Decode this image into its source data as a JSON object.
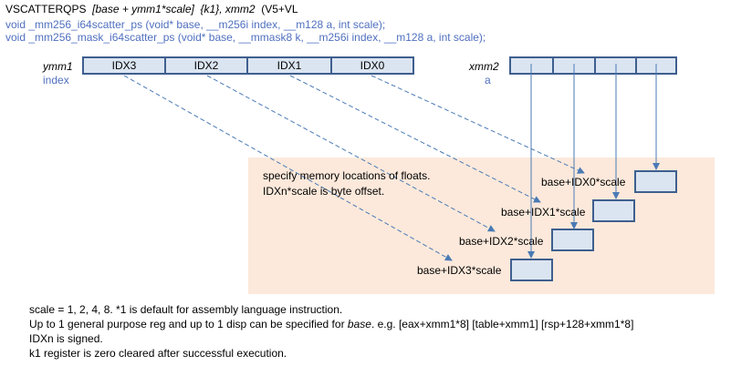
{
  "header": {
    "instr": "VSCATTERQPS",
    "operand1": "[base + ymm1*scale]",
    "operand2": "{k1}, xmm2",
    "tag": "(V5+VL",
    "sig1": "void _mm256_i64scatter_ps (void* base, __m256i  index, __m128  a, int scale);",
    "sig2": "void _mm256_mask_i64scatter_ps (void* base, __mmask8 k, __m256i  index, __m128  a, int scale);"
  },
  "ymm1": {
    "name": "ymm1",
    "sub": "index",
    "cells": [
      "IDX3",
      "IDX2",
      "IDX1",
      "IDX0"
    ]
  },
  "xmm2": {
    "name": "xmm2",
    "sub": "a"
  },
  "note": {
    "line1": "specify memory locations of floats.",
    "line2": "IDXn*scale is byte offset."
  },
  "targets": [
    "base+IDX0*scale",
    "base+IDX1*scale",
    "base+IDX2*scale",
    "base+IDX3*scale"
  ],
  "footer": {
    "line1": "scale = 1, 2, 4, 8.   *1 is default for assembly language instruction.",
    "line2a": "Up to 1 general purpose reg and up to 1 disp can be specified for ",
    "line2b": "base",
    "line2c": ".  e.g.  [eax+xmm1*8]    [table+xmm1]    [rsp+128+xmm1*8]",
    "line3": "IDXn is signed.",
    "line4": "k1 register is zero cleared after successful execution."
  },
  "colors": {
    "box_fill": "#dbe5f1",
    "box_border": "#3f5f8f",
    "shade": "#fce9db",
    "signature": "#4f6fbf",
    "arrow": "#4a7ab5"
  }
}
